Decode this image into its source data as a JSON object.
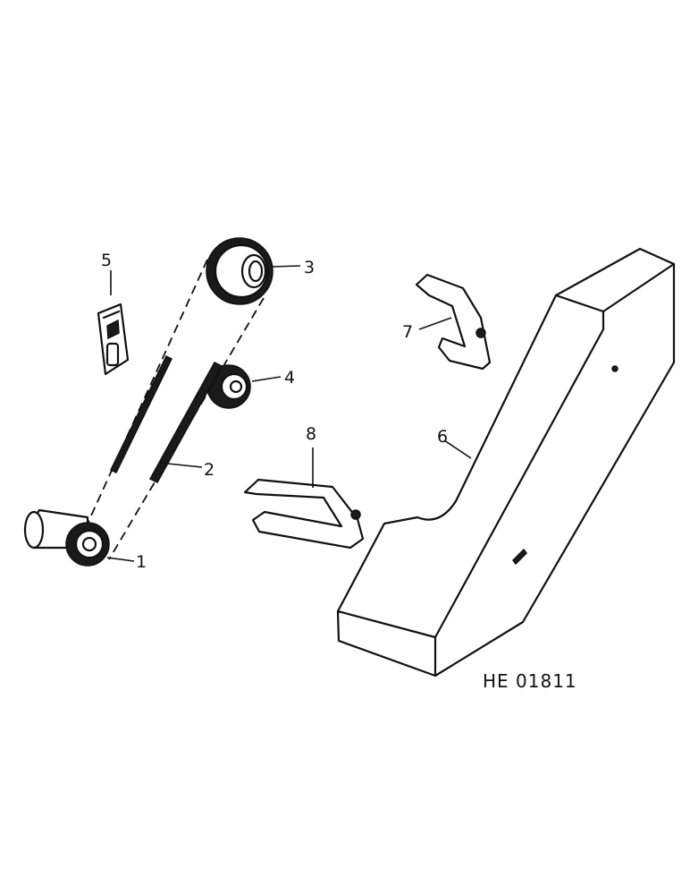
{
  "diagram": {
    "figure_id": "HE 01811",
    "callouts": [
      "1",
      "2",
      "3",
      "4",
      "5",
      "6",
      "7",
      "8"
    ]
  },
  "colors": {
    "ink": "#111111",
    "background": "#ffffff"
  }
}
